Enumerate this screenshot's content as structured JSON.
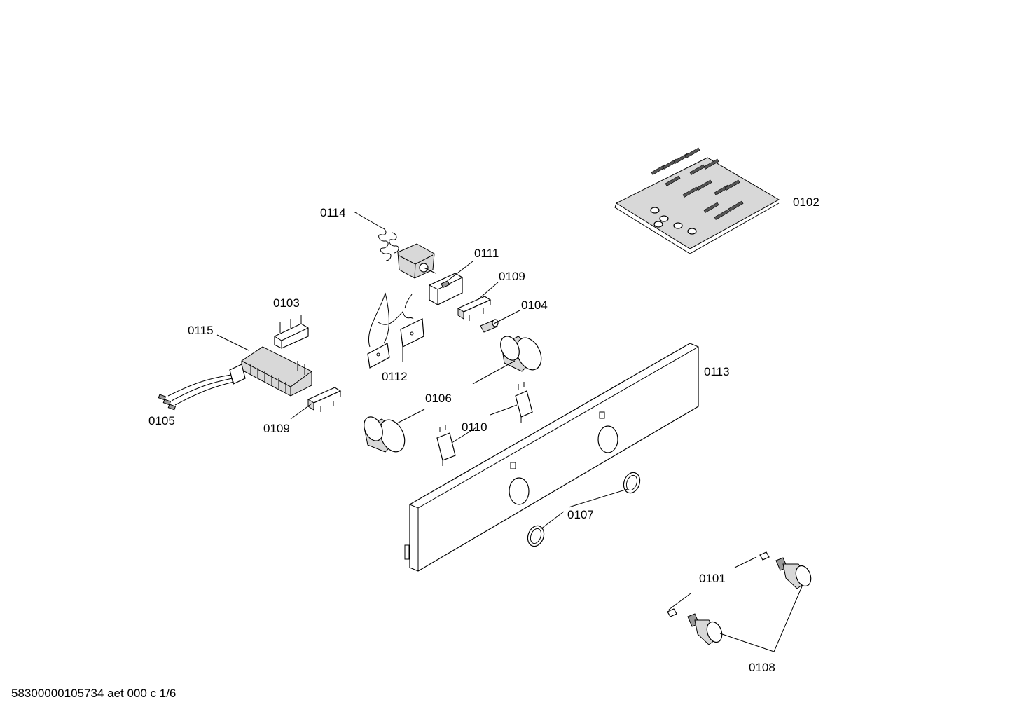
{
  "labels": {
    "p0101": "0101",
    "p0102": "0102",
    "p0103": "0103",
    "p0104": "0104",
    "p0105": "0105",
    "p0106": "0106",
    "p0107": "0107",
    "p0108": "0108",
    "p0109a": "0109",
    "p0109b": "0109",
    "p0110": "0110",
    "p0111": "0111",
    "p0112": "0112",
    "p0113": "0113",
    "p0114": "0114",
    "p0115": "0115"
  },
  "footer": "58300000105734 aet 000 c 1/6"
}
